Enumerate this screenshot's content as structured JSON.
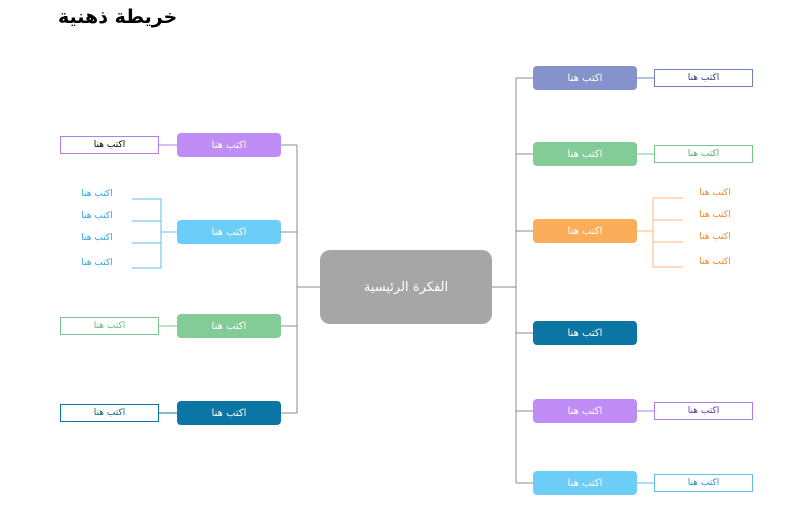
{
  "title": "خريطة ذهنية",
  "central": {
    "label": "الفكرة الرئيسية",
    "color": "#a6a6a6"
  },
  "line_color": "#8c8c8c",
  "topics": [
    {
      "side": "left",
      "label": "اكتب هنا",
      "color": "#c08cf5",
      "sub_style": "box",
      "sub_color": "#b27cf0",
      "sub_text_color": "#000000",
      "subs": [
        "اكتب هنا"
      ]
    },
    {
      "side": "left",
      "label": "اكتب هنا",
      "color": "#6ccdf7",
      "sub_style": "text",
      "sub_color": "#5bc0eb",
      "sub_text_color": "#2aa7df",
      "subs": [
        "اكتب هنا",
        "اكتب هنا",
        "اكتب هنا",
        "اكتب هنا"
      ]
    },
    {
      "side": "left",
      "label": "اكتب هنا",
      "color": "#84cc97",
      "sub_style": "box",
      "sub_color": "#7cc48e",
      "sub_text_color": "#6ab87d",
      "subs": [
        "اكتب هنا"
      ]
    },
    {
      "side": "left",
      "label": "اكتب هنا",
      "color": "#0b76a3",
      "sub_style": "box",
      "sub_color": "#0b76a3",
      "sub_text_color": "#0b5f86",
      "subs": [
        "اكتب هنا"
      ]
    },
    {
      "side": "right",
      "label": "اكتب هنا",
      "color": "#8493cc",
      "sub_style": "box",
      "sub_color": "#6f7fc0",
      "sub_text_color": "#2f3f80",
      "subs": [
        "اكتب هنا"
      ]
    },
    {
      "side": "right",
      "label": "اكتب هنا",
      "color": "#84cc97",
      "sub_style": "box",
      "sub_color": "#7cc48e",
      "sub_text_color": "#5aa96d",
      "subs": [
        "اكتب هنا"
      ]
    },
    {
      "side": "right",
      "label": "اكتب هنا",
      "color": "#fcad5a",
      "sub_style": "text",
      "sub_color": "#f8b87a",
      "sub_text_color": "#ee8a2a",
      "subs": [
        "اكتب هنا",
        "اكتب هنا",
        "اكتب هنا",
        "اكتب هنا"
      ]
    },
    {
      "side": "right",
      "label": "اكتب هنا",
      "color": "#0b76a3",
      "sub_style": "none",
      "sub_color": "#0b76a3",
      "sub_text_color": "#0b76a3",
      "subs": []
    },
    {
      "side": "right",
      "label": "اكتب هنا",
      "color": "#c08cf5",
      "sub_style": "box",
      "sub_color": "#b27cf0",
      "sub_text_color": "#6a2aa8",
      "subs": [
        "اكتب هنا"
      ]
    },
    {
      "side": "right",
      "label": "اكتب هنا",
      "color": "#6ccdf7",
      "sub_style": "box",
      "sub_color": "#5bc0eb",
      "sub_text_color": "#2a8fc0",
      "subs": [
        "اكتب هنا"
      ]
    }
  ]
}
